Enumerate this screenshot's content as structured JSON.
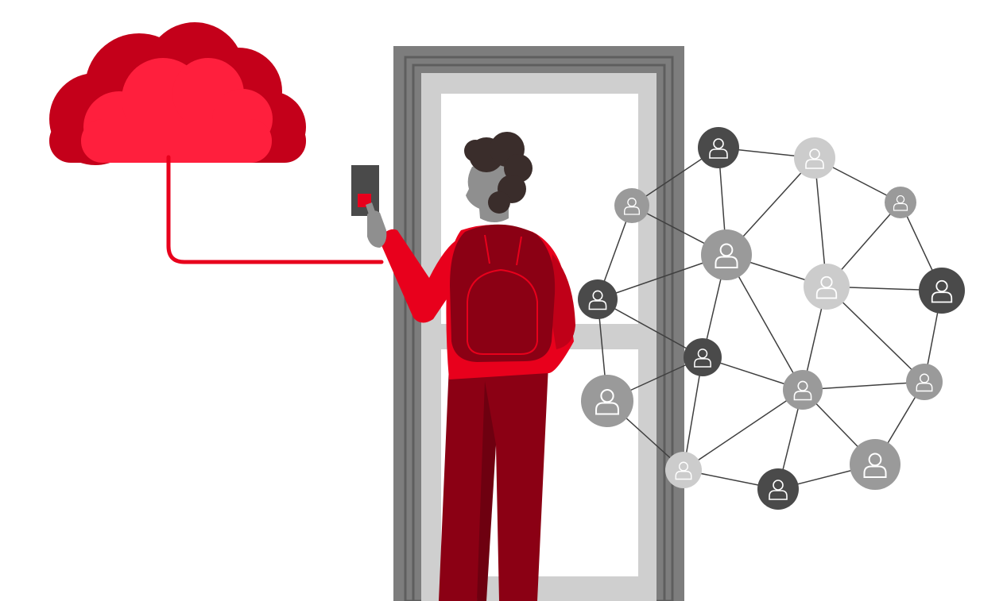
{
  "colors": {
    "cloud_back": "#c4001a",
    "cloud_front": "#ff1f3d",
    "cable": "#e8001c",
    "door_frame": "#7d7d7d",
    "door_frame_dark": "#5e5e5e",
    "door_panel": "#cfcfcf",
    "door_glass": "#ffffff",
    "reader_body": "#4a4a4a",
    "reader_button": "#e8001c",
    "shirt": "#e8001c",
    "shirt_shade": "#c00018",
    "backpack": "#8b0014",
    "backpack_seam": "#e8001c",
    "pants": "#8b0014",
    "pants_shade": "#6e0010",
    "skin": "#8f8f8f",
    "hair": "#3a2d2b",
    "network_line": "#3f3f3f",
    "node_dark": "#4a4a4a",
    "node_mid": "#9a9a9a",
    "node_light": "#cccccc"
  },
  "network": {
    "nodes": [
      {
        "id": 0,
        "tone": "dark"
      },
      {
        "id": 1,
        "tone": "light"
      },
      {
        "id": 2,
        "tone": "mid"
      },
      {
        "id": 3,
        "tone": "mid"
      },
      {
        "id": 4,
        "tone": "mid"
      },
      {
        "id": 5,
        "tone": "light"
      },
      {
        "id": 6,
        "tone": "dark"
      },
      {
        "id": 7,
        "tone": "dark"
      },
      {
        "id": 8,
        "tone": "dark"
      },
      {
        "id": 9,
        "tone": "mid"
      },
      {
        "id": 10,
        "tone": "mid"
      },
      {
        "id": 11,
        "tone": "mid"
      },
      {
        "id": 12,
        "tone": "light"
      },
      {
        "id": 13,
        "tone": "mid"
      },
      {
        "id": 14,
        "tone": "dark"
      }
    ],
    "edges": [
      [
        0,
        1
      ],
      [
        0,
        2
      ],
      [
        0,
        4
      ],
      [
        1,
        4
      ],
      [
        1,
        3
      ],
      [
        1,
        5
      ],
      [
        3,
        5
      ],
      [
        3,
        6
      ],
      [
        2,
        4
      ],
      [
        2,
        7
      ],
      [
        4,
        7
      ],
      [
        4,
        5
      ],
      [
        4,
        8
      ],
      [
        4,
        10
      ],
      [
        5,
        6
      ],
      [
        5,
        10
      ],
      [
        5,
        11
      ],
      [
        6,
        11
      ],
      [
        7,
        8
      ],
      [
        7,
        9
      ],
      [
        8,
        9
      ],
      [
        8,
        10
      ],
      [
        8,
        12
      ],
      [
        9,
        12
      ],
      [
        10,
        11
      ],
      [
        10,
        13
      ],
      [
        10,
        14
      ],
      [
        10,
        12
      ],
      [
        11,
        13
      ],
      [
        12,
        14
      ],
      [
        13,
        14
      ]
    ]
  }
}
